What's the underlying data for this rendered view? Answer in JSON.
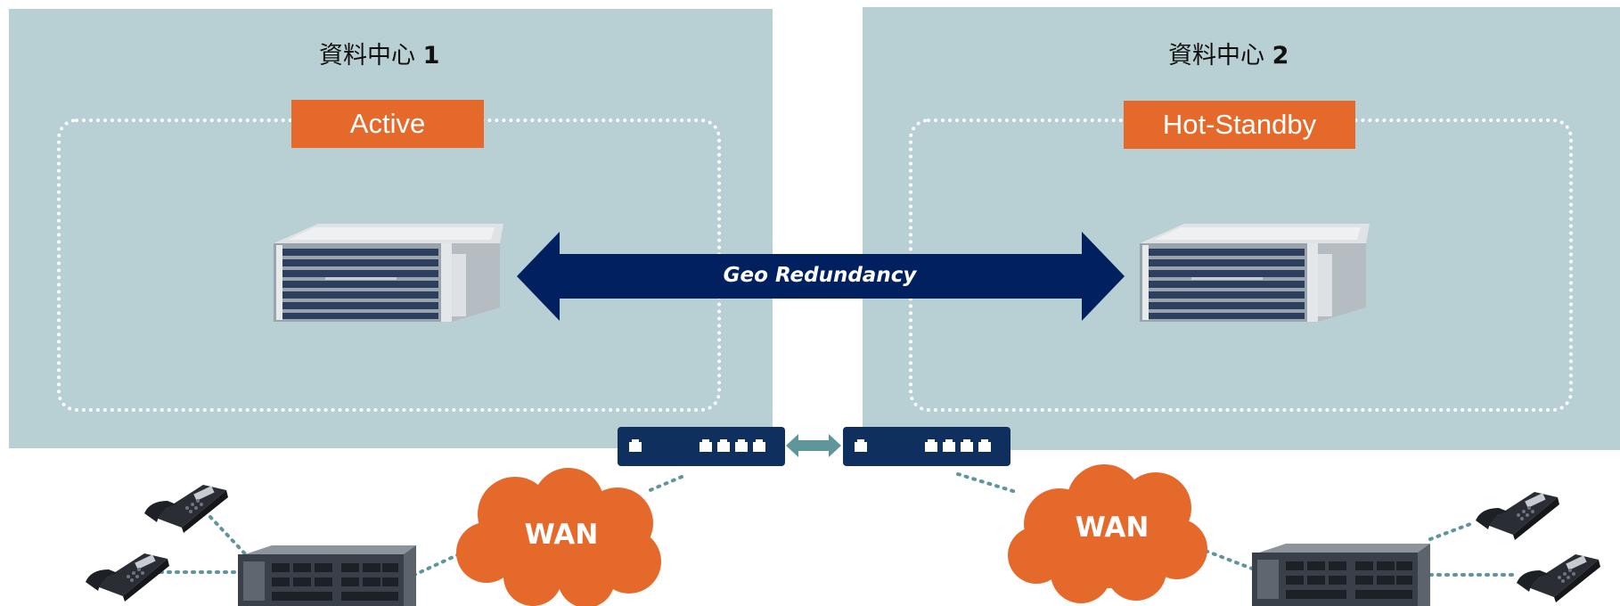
{
  "datacenters": [
    {
      "title_text": "資料中心",
      "title_num": "1",
      "role": "Active"
    },
    {
      "title_text": "資料中心",
      "title_num": "2",
      "role": "Hot-Standby"
    }
  ],
  "link": {
    "label": "Geo Redundancy"
  },
  "wan": [
    {
      "label": "WAN"
    },
    {
      "label": "WAN"
    }
  ],
  "colors": {
    "panel": "#b8cfd3",
    "badge": "#e5692a",
    "arrow": "#012060",
    "switch": "#0f2f5f",
    "cloud": "#e5692a",
    "link_dots": "#5f969b"
  }
}
